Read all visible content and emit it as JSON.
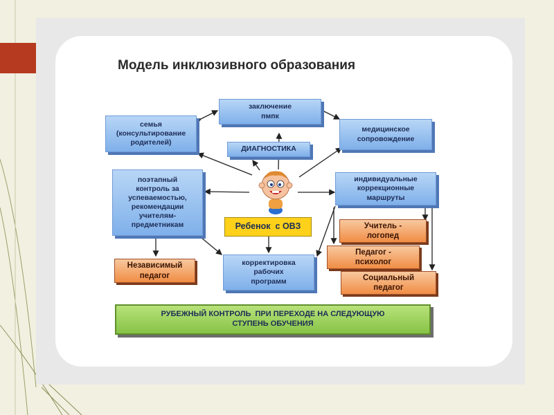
{
  "title": "Модель инклюзивного образования",
  "nodes": {
    "conclusion": "заключение\nпмпк",
    "family": "семья\n(консультирование\nродителей)",
    "medical": "медицинское\nсопровождение",
    "diagnostics": "ДИАГНОСТИКА",
    "monitoring": "поэтапный\nконтроль за\nуспеваемостью,\nрекомендации\nучителям-\nпредметникам",
    "routes": "индивидуальные\nкоррекционные\nмаршруты",
    "child": "Ребенок  с ОВЗ",
    "speech": "Учитель -\nлогопед",
    "psychologist": "Педагог -\nпсихолог",
    "independent": "Независимый\nпедагог",
    "correction": "корректировка\nрабочих\nпрограмм",
    "social": "Социальный\nпедагог",
    "final": "РУБЕЖНЫЙ КОНТРОЛЬ  ПРИ ПЕРЕХОДЕ НА СЛЕДУЮЩУЮ\nСТУПЕНЬ ОБУЧЕНИЯ"
  },
  "colors": {
    "accent_tab": "#b63a20",
    "blue_box": "#9cc4f0",
    "orange_box": "#f4a66a",
    "yellow_box": "#ffd11a",
    "green_box": "#9fd35e"
  }
}
